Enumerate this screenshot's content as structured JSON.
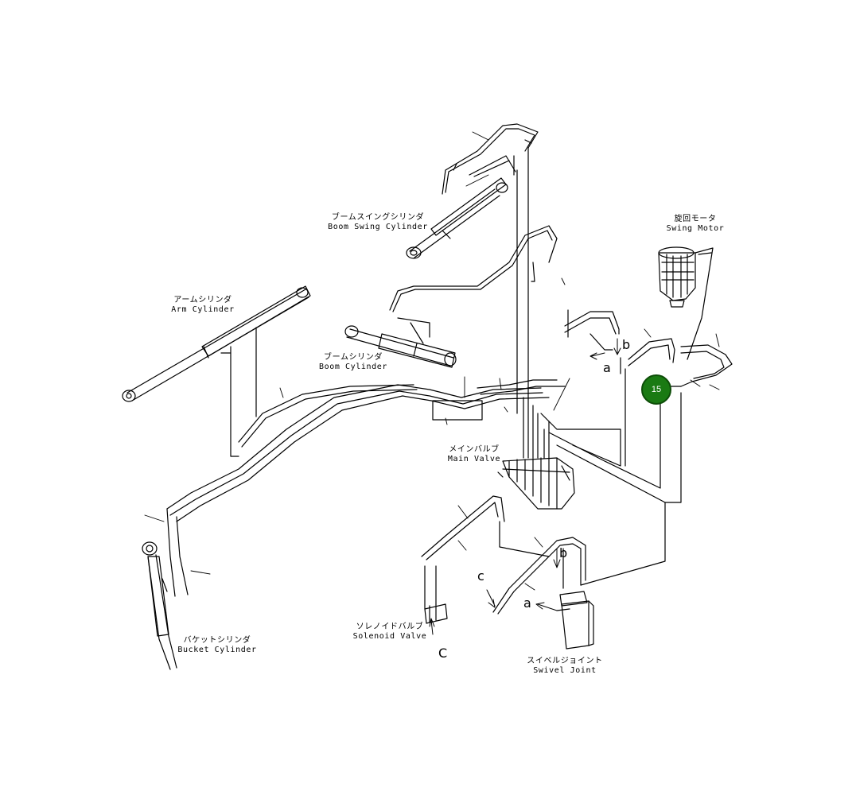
{
  "labels": {
    "boom_swing_cylinder": {
      "jp": "ブームスイングシリンダ",
      "en": "Boom Swing Cylinder"
    },
    "swing_motor": {
      "jp": "旋回モータ",
      "en": "Swing Motor"
    },
    "arm_cylinder": {
      "jp": "アームシリンダ",
      "en": "Arm Cylinder"
    },
    "boom_cylinder": {
      "jp": "ブームシリンダ",
      "en": "Boom Cylinder"
    },
    "main_valve": {
      "jp": "メインバルブ",
      "en": "Main Valve"
    },
    "bucket_cylinder": {
      "jp": "バケットシリンダ",
      "en": "Bucket Cylinder"
    },
    "solenoid_valve": {
      "jp": "ソレノイドバルブ",
      "en": "Solenoid Valve"
    },
    "swivel_joint": {
      "jp": "スイベルジョイント",
      "en": "Swivel Joint"
    }
  },
  "reference_letters": {
    "a_upper": "a",
    "b_upper": "b",
    "b_lower": "b",
    "a_lower": "a",
    "c_arrow": "c",
    "c_solenoid": "C"
  },
  "callout": {
    "number": "15",
    "color": "#1a7a13"
  }
}
